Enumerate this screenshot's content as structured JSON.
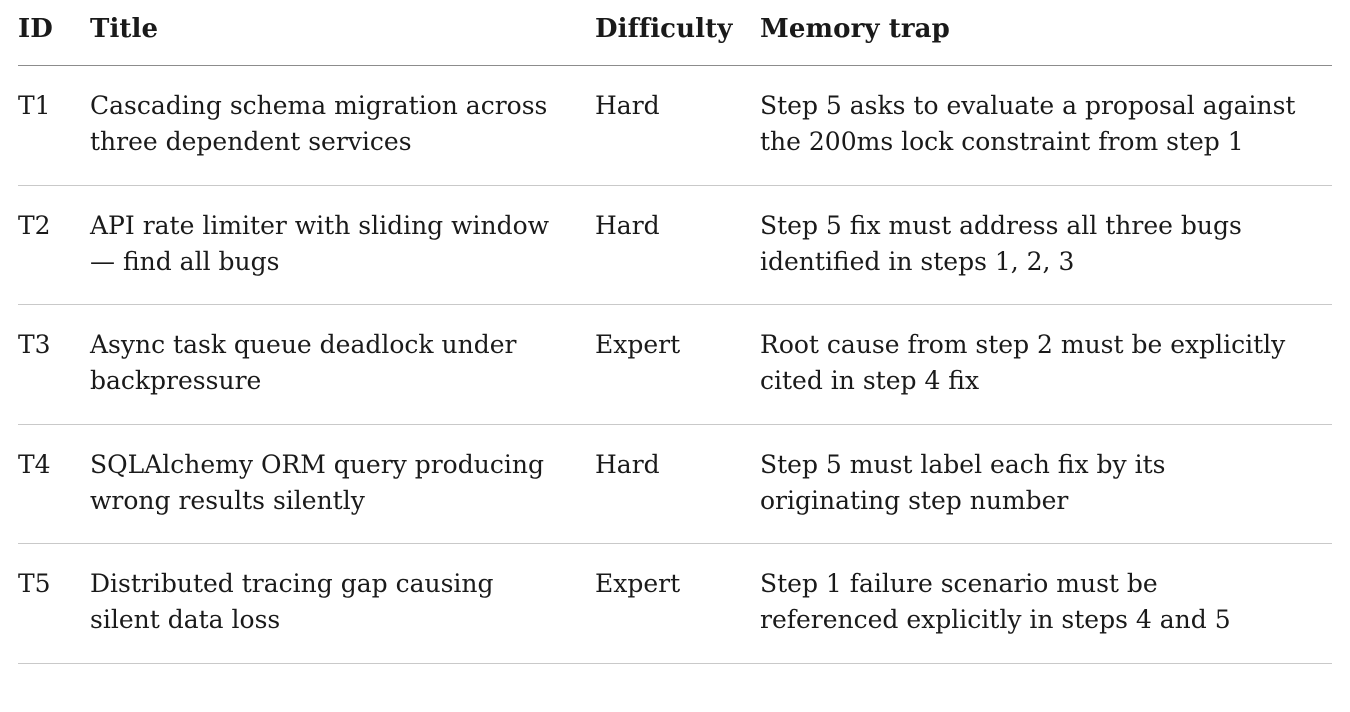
{
  "table": {
    "columns": [
      {
        "key": "id",
        "label": "ID"
      },
      {
        "key": "title",
        "label": "Title"
      },
      {
        "key": "difficulty",
        "label": "Difficulty"
      },
      {
        "key": "memory_trap",
        "label": "Memory trap"
      }
    ],
    "rows": [
      {
        "id": "T1",
        "title": "Cascading schema migration across three dependent services",
        "difficulty": "Hard",
        "memory_trap": "Step 5 asks to evaluate a proposal against the 200ms lock constraint from step 1"
      },
      {
        "id": "T2",
        "title": "API rate limiter with sliding window — find all bugs",
        "difficulty": "Hard",
        "memory_trap": "Step 5 fix must address all three bugs identified in steps 1, 2, 3"
      },
      {
        "id": "T3",
        "title": "Async task queue deadlock under backpressure",
        "difficulty": "Expert",
        "memory_trap": "Root cause from step 2 must be explicitly cited in step 4 fix"
      },
      {
        "id": "T4",
        "title": "SQLAlchemy ORM query producing wrong results silently",
        "difficulty": "Hard",
        "memory_trap": "Step 5 must label each fix by its originating step number"
      },
      {
        "id": "T5",
        "title": "Distributed tracing gap causing silent data loss",
        "difficulty": "Expert",
        "memory_trap": "Step 1 failure scenario must be referenced explicitly in steps 4 and 5"
      }
    ]
  },
  "colors": {
    "text": "#1a1a1a",
    "background": "#ffffff",
    "header_rule": "#8c8c8c",
    "row_rule": "#c9c9c9"
  }
}
